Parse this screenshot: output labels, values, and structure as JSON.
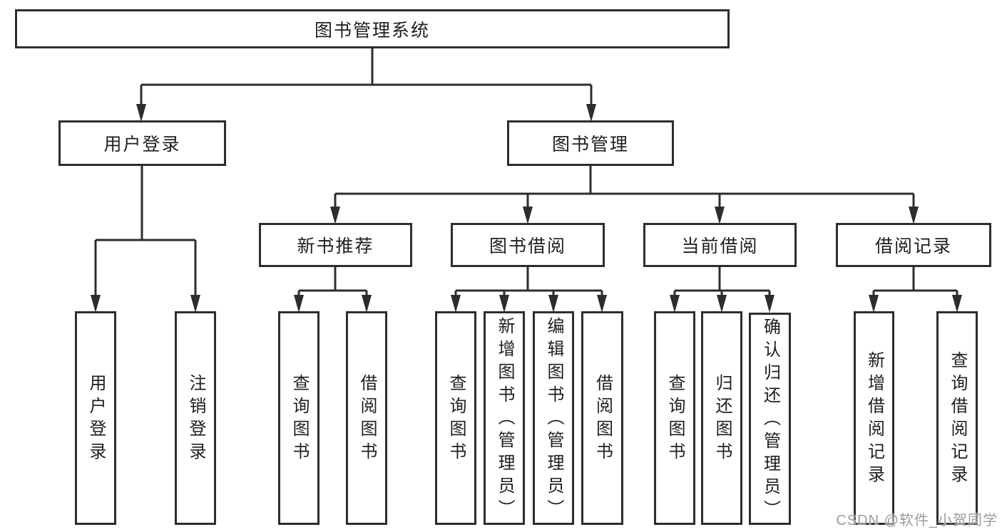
{
  "diagram": {
    "root": {
      "label": "图书管理系统"
    },
    "level2": {
      "user_login": {
        "label": "用户登录"
      },
      "book_management": {
        "label": "图书管理"
      }
    },
    "level3": {
      "new_book_recommend": {
        "label": "新书推荐"
      },
      "book_borrow": {
        "label": "图书借阅"
      },
      "current_borrow": {
        "label": "当前借阅"
      },
      "borrow_record": {
        "label": "借阅记录"
      }
    },
    "leaves": {
      "user_login": {
        "label": "用户登录"
      },
      "logout_login": {
        "label": "注销登录"
      },
      "recommend_query_book": {
        "label": "查询图书"
      },
      "recommend_borrow_book": {
        "label": "借阅图书"
      },
      "borrow_query_book": {
        "label": "查询图书"
      },
      "borrow_add_book": {
        "label": "新增图书（管理员）"
      },
      "borrow_edit_book": {
        "label": "编辑图书（管理员）"
      },
      "borrow_borrow_book": {
        "label": "借阅图书"
      },
      "current_query_book": {
        "label": "查询图书"
      },
      "current_return_book": {
        "label": "归还图书"
      },
      "current_confirm_return": {
        "label": "确认归还（管理员）"
      },
      "record_add_record": {
        "label": "新增借阅记录"
      },
      "record_query_record": {
        "label": "查询借阅记录"
      }
    },
    "edges": [
      [
        "图书管理系统",
        "用户登录"
      ],
      [
        "图书管理系统",
        "图书管理"
      ],
      [
        "用户登录",
        "用户登录"
      ],
      [
        "用户登录",
        "注销登录"
      ],
      [
        "图书管理",
        "新书推荐"
      ],
      [
        "图书管理",
        "图书借阅"
      ],
      [
        "图书管理",
        "当前借阅"
      ],
      [
        "图书管理",
        "借阅记录"
      ],
      [
        "新书推荐",
        "查询图书"
      ],
      [
        "新书推荐",
        "借阅图书"
      ],
      [
        "图书借阅",
        "查询图书"
      ],
      [
        "图书借阅",
        "新增图书（管理员）"
      ],
      [
        "图书借阅",
        "编辑图书（管理员）"
      ],
      [
        "图书借阅",
        "借阅图书"
      ],
      [
        "当前借阅",
        "查询图书"
      ],
      [
        "当前借阅",
        "归还图书"
      ],
      [
        "当前借阅",
        "确认归还（管理员）"
      ],
      [
        "借阅记录",
        "新增借阅记录"
      ],
      [
        "借阅记录",
        "查询借阅记录"
      ]
    ]
  },
  "watermark": {
    "text": "CSDN @软件_小贺同学"
  },
  "colors": {
    "line": "#2d2d2d",
    "box_border": "#2d2d2d",
    "text": "#1f1f1f",
    "background": "#ffffff",
    "watermark": "#9b9b9b"
  }
}
